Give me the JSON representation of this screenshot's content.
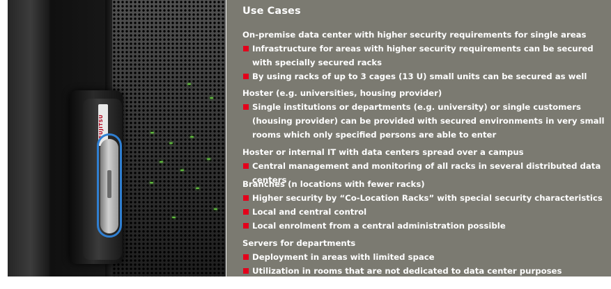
{
  "photo": {
    "brand": "FUJITSU"
  },
  "colors": {
    "panel_bg": "#7b7a71",
    "bullet": "#e3001b",
    "handle_ring": "#2f7fd2"
  },
  "use_cases": {
    "title": "Use Cases",
    "sections": [
      {
        "heading": "On-premise data center with higher security requirements for single areas",
        "bullets": [
          "Infrastructure for areas with higher security requirements can be secured with specially secured racks",
          "By using racks of up to 3 cages (13 U) small units can be secured as well"
        ]
      },
      {
        "heading": "Hoster (e.g. universities, housing provider)",
        "bullets": [
          "Single institutions or departments (e.g. university) or single customers (housing provider) can be provided with secured environments in very small rooms which only specified persons are able to enter"
        ]
      },
      {
        "heading": "Hoster or internal IT with data centers spread over a campus",
        "bullets": [
          "Central management and monitoring of all racks in several distributed data centers"
        ]
      },
      {
        "heading": "Branches (n locations with fewer racks)",
        "bullets": [
          "Higher security by “Co-Location Racks” with special security characteristics",
          "Local and central control",
          "Local enrolment from a central administration possible"
        ]
      },
      {
        "heading": "Servers for departments",
        "bullets": [
          "Deployment in areas with limited space",
          "Utilization in rooms that are not dedicated to data center purposes"
        ]
      }
    ]
  }
}
